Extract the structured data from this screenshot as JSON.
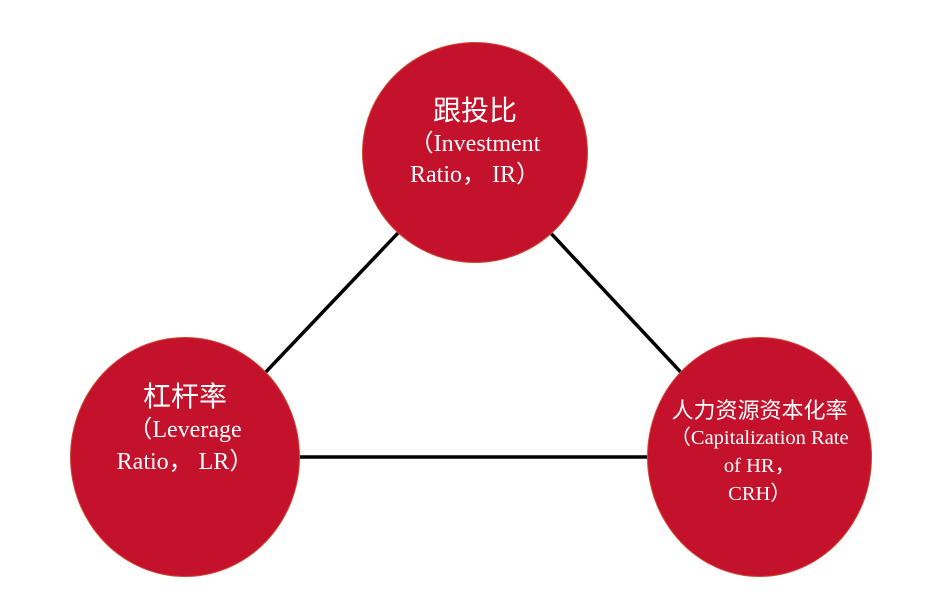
{
  "diagram": {
    "title": "Triangle relationship of three ratios",
    "colors": {
      "background": "#ffffff",
      "node_fill": "#c4122c",
      "node_rim": "#de8c3c",
      "node_text": "#ffffff",
      "connector": "#000000"
    },
    "nodes": [
      {
        "id": "investment-ratio",
        "lines": [
          "跟投比",
          "（Investment",
          "Ratio， IR）"
        ]
      },
      {
        "id": "leverage-ratio",
        "lines": [
          "杠杆率",
          "（Leverage",
          "Ratio， LR）"
        ]
      },
      {
        "id": "capitalization-rate-hr",
        "lines": [
          "人力资源资本化率",
          "（Capitalization Rate",
          "of HR，",
          "CRH）"
        ]
      }
    ],
    "edges": [
      {
        "from": "investment-ratio",
        "to": "leverage-ratio"
      },
      {
        "from": "investment-ratio",
        "to": "capitalization-rate-hr"
      },
      {
        "from": "leverage-ratio",
        "to": "capitalization-rate-hr"
      }
    ]
  }
}
